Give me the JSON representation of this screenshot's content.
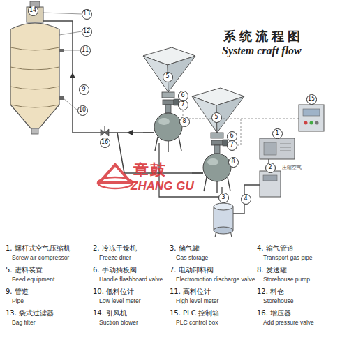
{
  "diagram": {
    "title": "系统流程图",
    "nodes": [
      {
        "text": [
          "14"
        ]
      },
      {
        "text": [
          "13"
        ]
      },
      {
        "text": [
          "12"
        ]
      },
      {
        "text": [
          "11"
        ]
      },
      {
        "text": [
          "5"
        ]
      },
      {
        "text": [
          "9"
        ]
      },
      {
        "text": [
          "6"
        ]
      },
      {
        "text": [
          "15"
        ]
      },
      {
        "text": [
          "7"
        ]
      },
      {
        "text": [
          "10"
        ]
      },
      {
        "text": [
          "5"
        ]
      },
      {
        "text": [
          "8"
        ]
      },
      {
        "text": [
          "1"
        ]
      },
      {
        "text": [
          "16"
        ]
      },
      {
        "text": [
          "6"
        ]
      },
      {
        "text": [
          "7"
        ]
      },
      {
        "text": [
          "8"
        ]
      },
      {
        "text": [
          "2"
        ]
      },
      {
        "text": [
          "3"
        ]
      },
      {
        "text": [
          "4"
        ]
      }
    ],
    "labels": [
      "System craft flow",
      "章鼓",
      "ZHANG GU",
      "压缩空气",
      "1. 螺杆式空气压缩机",
      "Screw air compressor",
      "2. 冷冻干燥机",
      "Freeze drier",
      "3. 储气罐",
      "Gas storage",
      "4. 输气管道",
      "Transport gas pipe",
      "5. 进料装置",
      "Feed equipment",
      "6. 手动插板阀",
      "Handle flashboard valve",
      "7. 电动卸料阀",
      "Electromotion discharge valve",
      "8. 发送罐",
      "Storehouse pump",
      "9. 管道",
      "Pipe",
      "10. 低料位计",
      "Low level meter",
      "11. 高料位计",
      "High level meter",
      "12. 料仓",
      "Storehouse",
      "13. 袋式过滤器",
      "Bag filter",
      "14. 引风机",
      "Suction blower",
      "15. PLC 控制箱",
      "PLC control box",
      "16. 增压器",
      "Add pressure valve"
    ]
  }
}
